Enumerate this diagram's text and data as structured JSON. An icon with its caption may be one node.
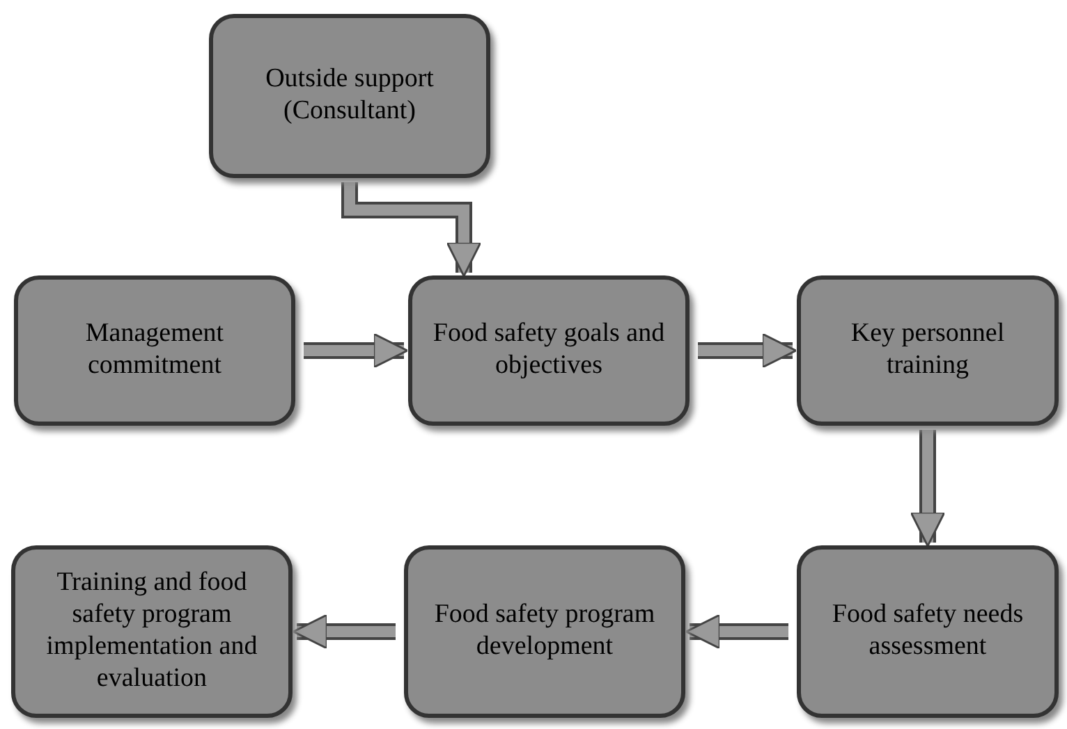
{
  "diagram": {
    "nodes": [
      {
        "text": [
          "Outside support (Consultant)"
        ]
      },
      {
        "text": [
          "Management commitment"
        ]
      },
      {
        "text": [
          "Food safety goals and objectives"
        ]
      },
      {
        "text": [
          "Key personnel training"
        ]
      },
      {
        "text": [
          "Food safety needs assessment"
        ]
      },
      {
        "text": [
          "Food safety program development"
        ]
      },
      {
        "text": [
          "Training and food safety program implementation and evaluation"
        ]
      }
    ],
    "edges": [
      {
        "from": 0,
        "to": 2,
        "arrow": "to"
      },
      {
        "from": 1,
        "to": 2,
        "arrow": "to"
      },
      {
        "from": 2,
        "to": 3,
        "arrow": "to"
      },
      {
        "from": 3,
        "to": 4,
        "arrow": "to"
      },
      {
        "from": 4,
        "to": 5,
        "arrow": "to"
      },
      {
        "from": 5,
        "to": 6,
        "arrow": "to"
      }
    ]
  }
}
